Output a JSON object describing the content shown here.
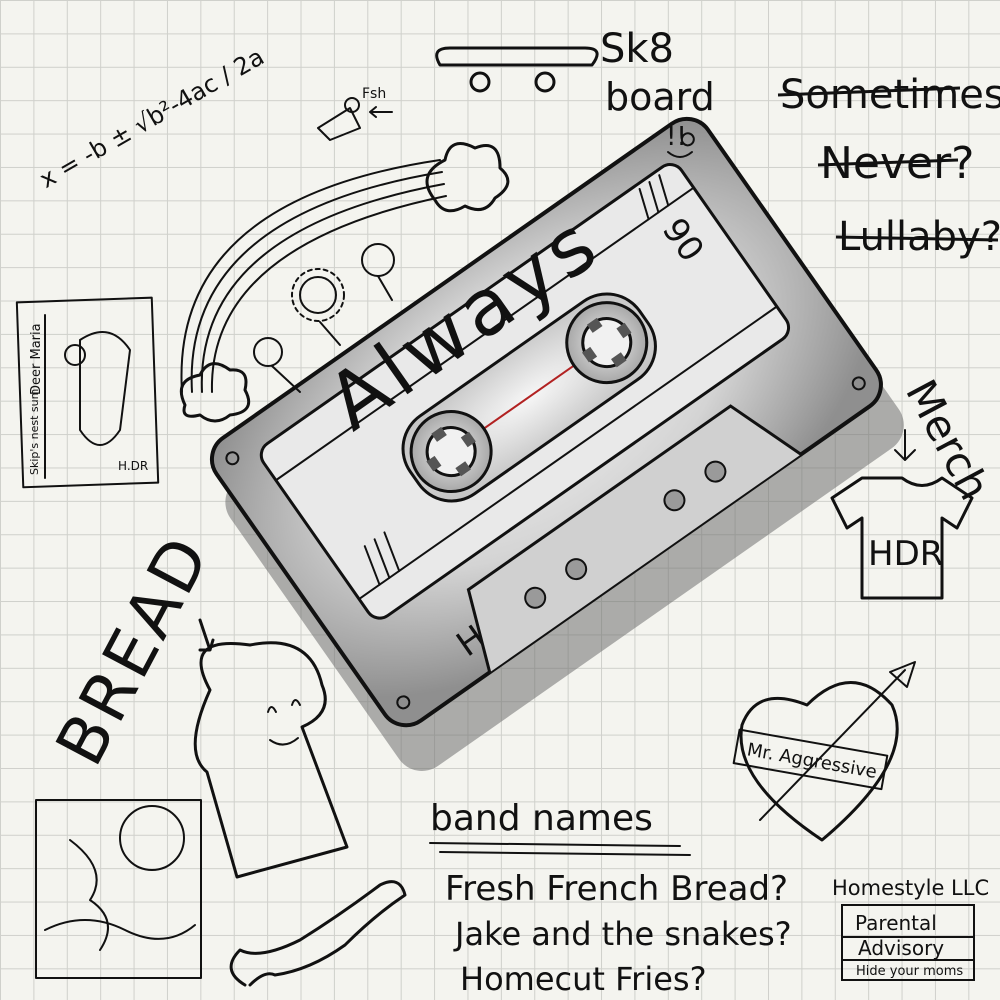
{
  "cassette": {
    "title": "Always",
    "label_code": "H.D.R",
    "length": "90"
  },
  "doodles": {
    "skateboard_label_1": "Sk8",
    "skateboard_label_2": "board",
    "skateboard_note": "!!",
    "math": "x = -b ± √b²-4ac / 2a",
    "fish_note": "Fsh",
    "merch_label": "Merch",
    "shirt_text": "HDR",
    "bread_label": "BREAD",
    "heart_banner": "Mr. Aggressive",
    "poster_1_line_1": "Deer Maria",
    "poster_1_line_2": "Skip's nest sum",
    "poster_1_initials": "H.DR"
  },
  "title_ideas": [
    "Sometimes?",
    "Never?",
    "Lullaby?"
  ],
  "band_names": {
    "heading": "band names",
    "items": [
      "Fresh French Bread?",
      "Jake and the snakes?",
      "Homecut Fries?"
    ]
  },
  "label": {
    "company": "Homestyle LLC",
    "advisory_line_1": "Parental",
    "advisory_line_2": "Advisory",
    "advisory_line_3": "Hide your moms"
  },
  "colors": {
    "paper": "#f4f4ef",
    "grid": "#cfd0cb",
    "ink": "#111111",
    "cassette_body": "#cfcfcf",
    "accent_red": "#b22222"
  }
}
